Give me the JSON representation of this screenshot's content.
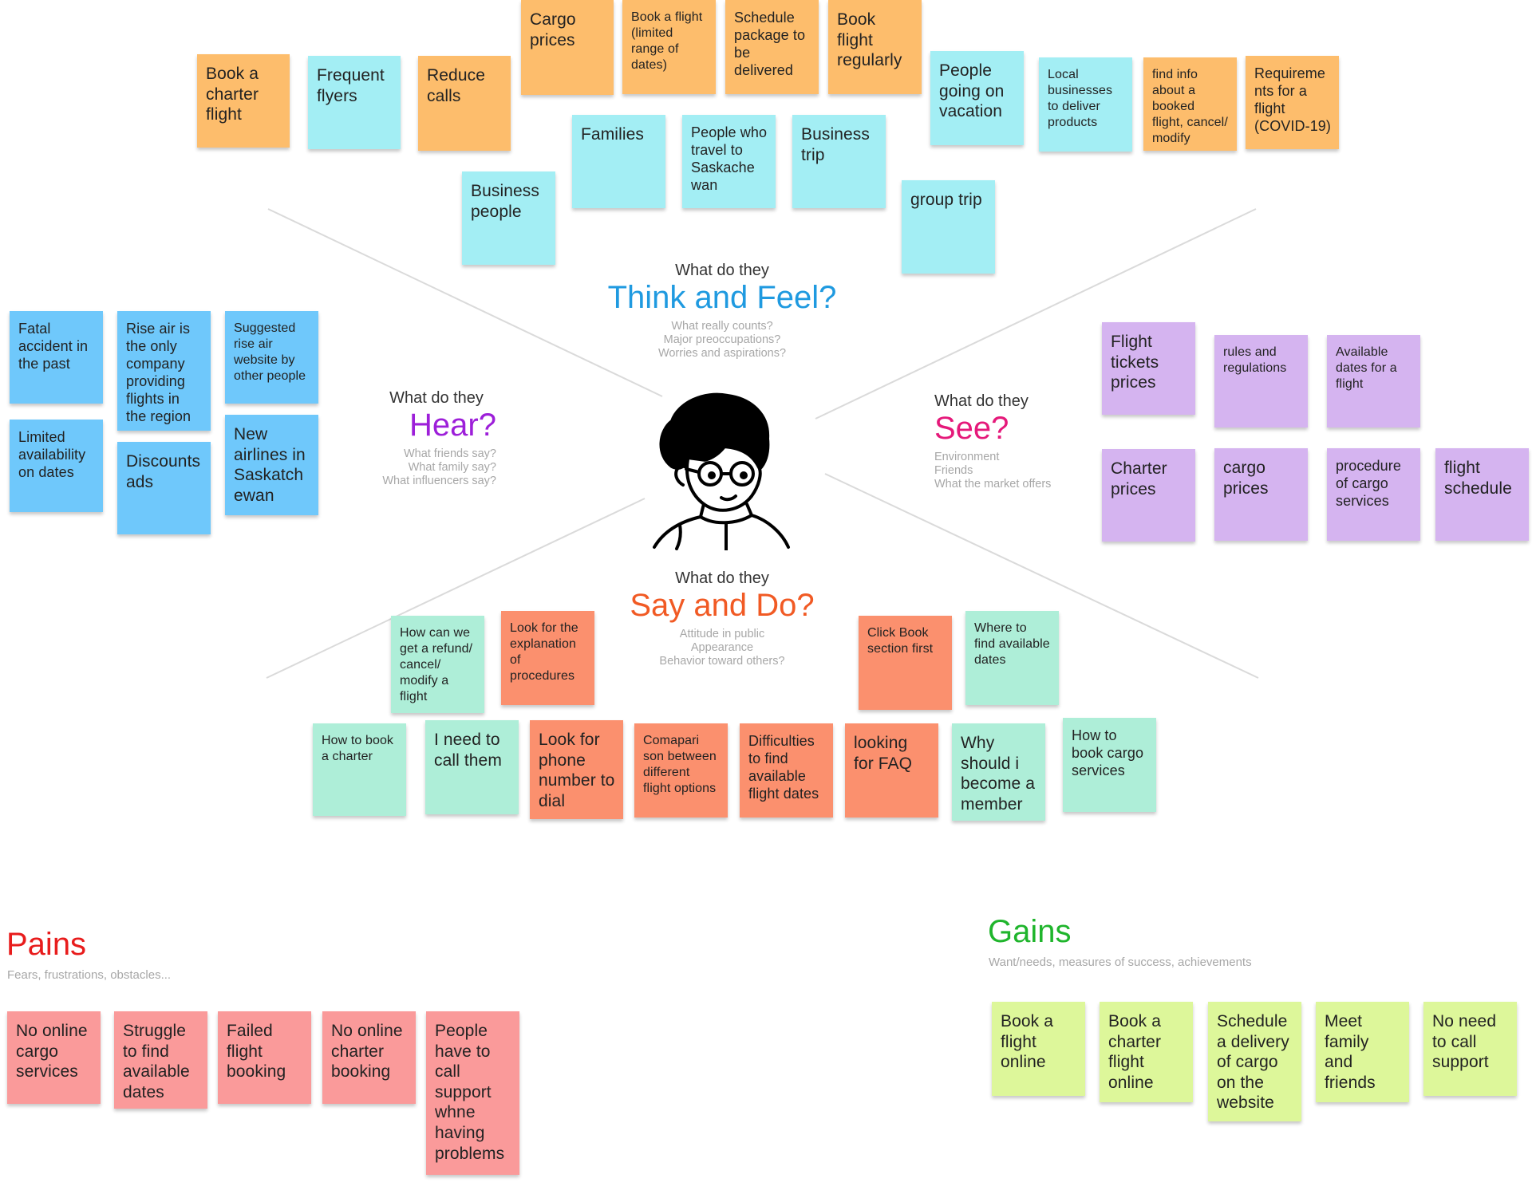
{
  "colors": {
    "think": "#1f9ae0",
    "hear": "#9d1fd9",
    "see": "#e5197a",
    "say": "#f15a24",
    "pains": "#e81c1c",
    "gains": "#1fb52c"
  },
  "avatar_icon": "person-with-glasses-icon",
  "quadrants": {
    "think": {
      "pre": "What do they",
      "title": "Think and Feel?",
      "sub": "What really counts?\nMajor preoccupations?\nWorries and aspirations?"
    },
    "hear": {
      "pre": "What do they",
      "title": "Hear?",
      "sub": "What friends say?\nWhat family say?\nWhat influencers say?"
    },
    "see": {
      "pre": "What do they",
      "title": "See?",
      "sub": "Environment\nFriends\nWhat the market offers"
    },
    "say": {
      "pre": "What do they",
      "title": "Say and Do?",
      "sub": "Attitude in public\nAppearance\nBehavior toward others?"
    }
  },
  "think_notes": [
    "Book a charter flight",
    "Frequent flyers",
    "Reduce calls",
    "Cargo prices",
    "Book a flight (limited range of dates)",
    "Schedule package to be delivered",
    "Book flight regularly",
    "People going on vacation",
    "Local businesses to deliver products",
    "find info about a booked flight, cancel/ modify",
    "Requireme nts for a flight (COVID-19)",
    "Families",
    "People who travel to Saskache wan",
    "Business trip",
    "Business people",
    "group trip"
  ],
  "hear_notes": [
    "Fatal accident in the past",
    "Rise air is the only company providing flights in the region",
    "Suggested rise air website by other people",
    "Limited availability on dates",
    "Discounts ads",
    "New airlines in Saskatch ewan"
  ],
  "see_notes": [
    "Flight tickets prices",
    "rules and regulations",
    "Available dates for a flight",
    "Charter prices",
    "cargo prices",
    "procedure of cargo services",
    "flight schedule"
  ],
  "say_notes": [
    "How can we get a refund/ cancel/ modify a flight",
    "Look for the explanation of procedures",
    "Click Book section first",
    "Where to find available dates",
    "How to book a charter",
    "I need to call them",
    "Look for phone number to dial",
    "Comapari son between different flight options",
    "Difficulties to find available flight dates",
    "looking for FAQ",
    "Why should i become a member",
    "How to book cargo services"
  ],
  "pains": {
    "title": "Pains",
    "sub": "Fears, frustrations, obstacles...",
    "notes": [
      "No online cargo services",
      "Struggle to find available dates",
      "Failed flight booking",
      "No online charter booking",
      "People have to call support whne having problems"
    ]
  },
  "gains": {
    "title": "Gains",
    "sub": "Want/needs, measures of success, achievements",
    "notes": [
      "Book a flight online",
      "Book a charter flight online",
      "Schedule a delivery of cargo on the website",
      "Meet family and friends",
      "No need to call support"
    ]
  }
}
